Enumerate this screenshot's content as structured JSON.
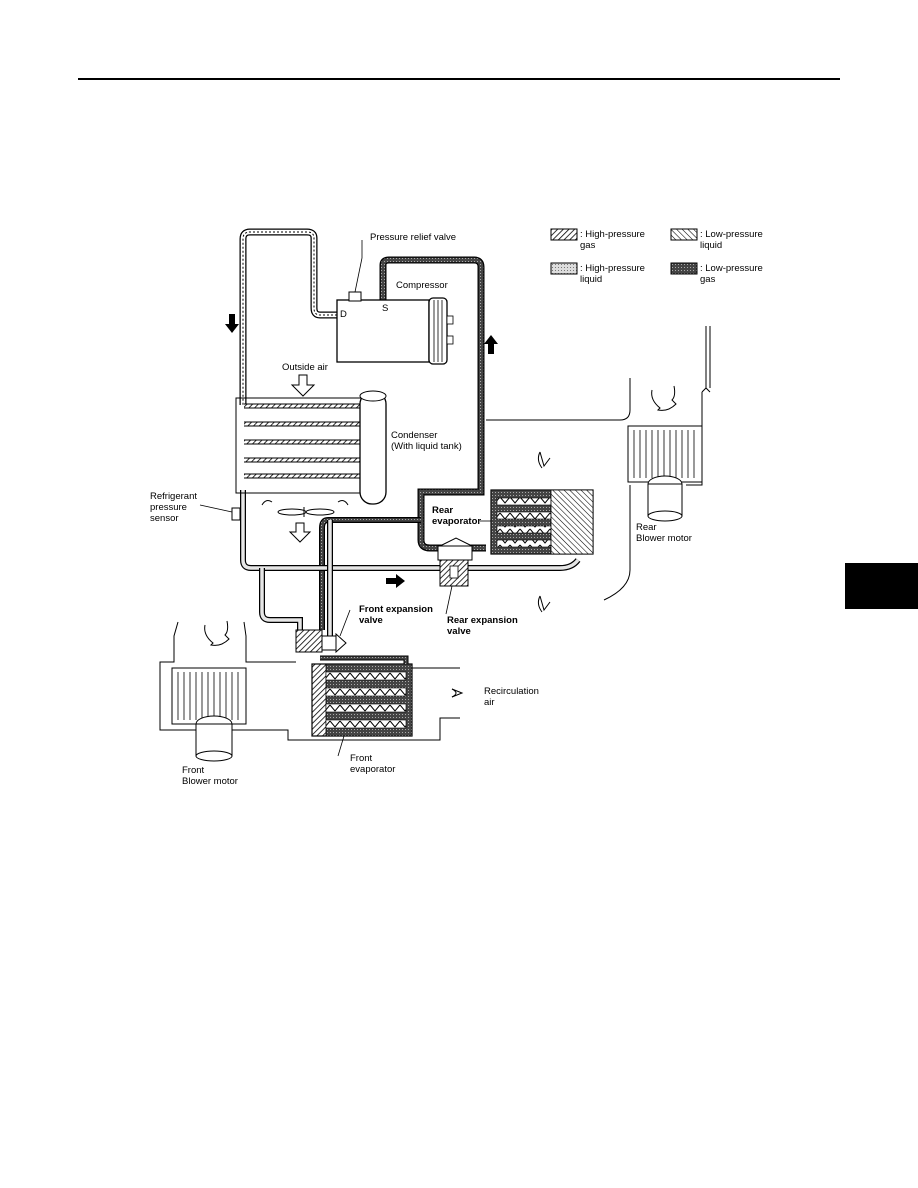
{
  "legend": {
    "high_pressure_gas": ": High-pressure\ngas",
    "low_pressure_liquid": ": Low-pressure\nliquid",
    "high_pressure_liquid": ": High-pressure\nliquid",
    "low_pressure_gas": ": Low-pressure\ngas"
  },
  "labels": {
    "pressure_relief_valve": "Pressure relief valve",
    "compressor": "Compressor",
    "discharge_port": "D",
    "suction_port": "S",
    "outside_air": "Outside air",
    "condenser": "Condenser\n(With liquid tank)",
    "refrigerant_pressure_sensor": "Refrigerant\npressure\nsensor",
    "rear_evaporator": "Rear\nevaporator",
    "rear_blower_motor": "Rear\nBlower motor",
    "rear_expansion_valve": "Rear expansion\nvalve",
    "front_expansion_valve": "Front expansion\nvalve",
    "recirculation_air": "Recirculation\nair",
    "front_blower_motor": "Front\nBlower motor",
    "front_evaporator": "Front\nevaporator"
  },
  "colors": {
    "line": "#000000",
    "background": "#ffffff",
    "side_tab": "#000000"
  }
}
